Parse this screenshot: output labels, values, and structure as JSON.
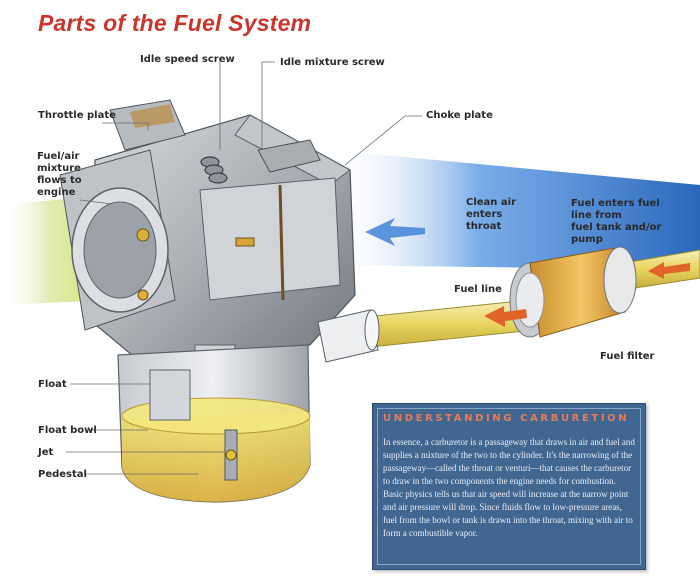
{
  "title": "Parts of the Fuel System",
  "labels": {
    "idle_speed_screw": "Idle speed screw",
    "idle_mixture_screw": "Idle mixture screw",
    "throttle_plate": "Throttle plate",
    "choke_plate": "Choke plate",
    "fuel_air_flows": [
      "Fuel/air",
      "mixture",
      "flows to",
      "engine"
    ],
    "clean_air": [
      "Clean air",
      "enters",
      "throat"
    ],
    "fuel_enters": [
      "Fuel enters fuel",
      "line from",
      "fuel tank and/or",
      "pump"
    ],
    "fuel_line": "Fuel line",
    "fuel_filter": "Fuel filter",
    "float": "Float",
    "float_bowl": "Float bowl",
    "jet": "Jet",
    "pedestal": "Pedestal"
  },
  "info": {
    "heading": "Understanding Carburetion",
    "body": "In essence, a carburetor is a passageway that draws in air and fuel and supplies a mixture of the two to the cylinder. It's the narrowing of the passageway—called the throat or venturi—that causes the carburetor to draw in the two components the engine needs for combustion. Basic physics tells us that air speed will increase at the narrow point and air pressure will drop. Since fluids flow to low-pressure areas, fuel from the bowl or tank is drawn into the throat, mixing with air to form a combustible vapor."
  },
  "colors": {
    "title": "#c8372d",
    "info_background": "#41668f",
    "info_heading": "#e47c5a",
    "clean_air_stream": "#3f82d6",
    "fuel": "#e8c437",
    "mixture_stream": "#d6e36a",
    "flow_arrow": "#e0632a"
  }
}
